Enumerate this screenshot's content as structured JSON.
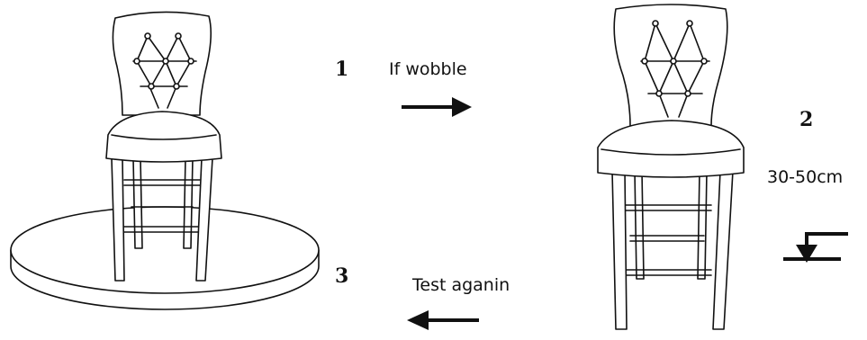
{
  "steps": [
    {
      "number": "1",
      "text": "If wobble"
    },
    {
      "number": "2",
      "text": "30-50cm"
    },
    {
      "number": "3",
      "text": "Test aganin"
    }
  ],
  "icons": [
    "chair-on-platform",
    "chair-lifted",
    "arrow-right-icon",
    "arrow-left-icon",
    "arrow-down-to-floor-icon"
  ]
}
